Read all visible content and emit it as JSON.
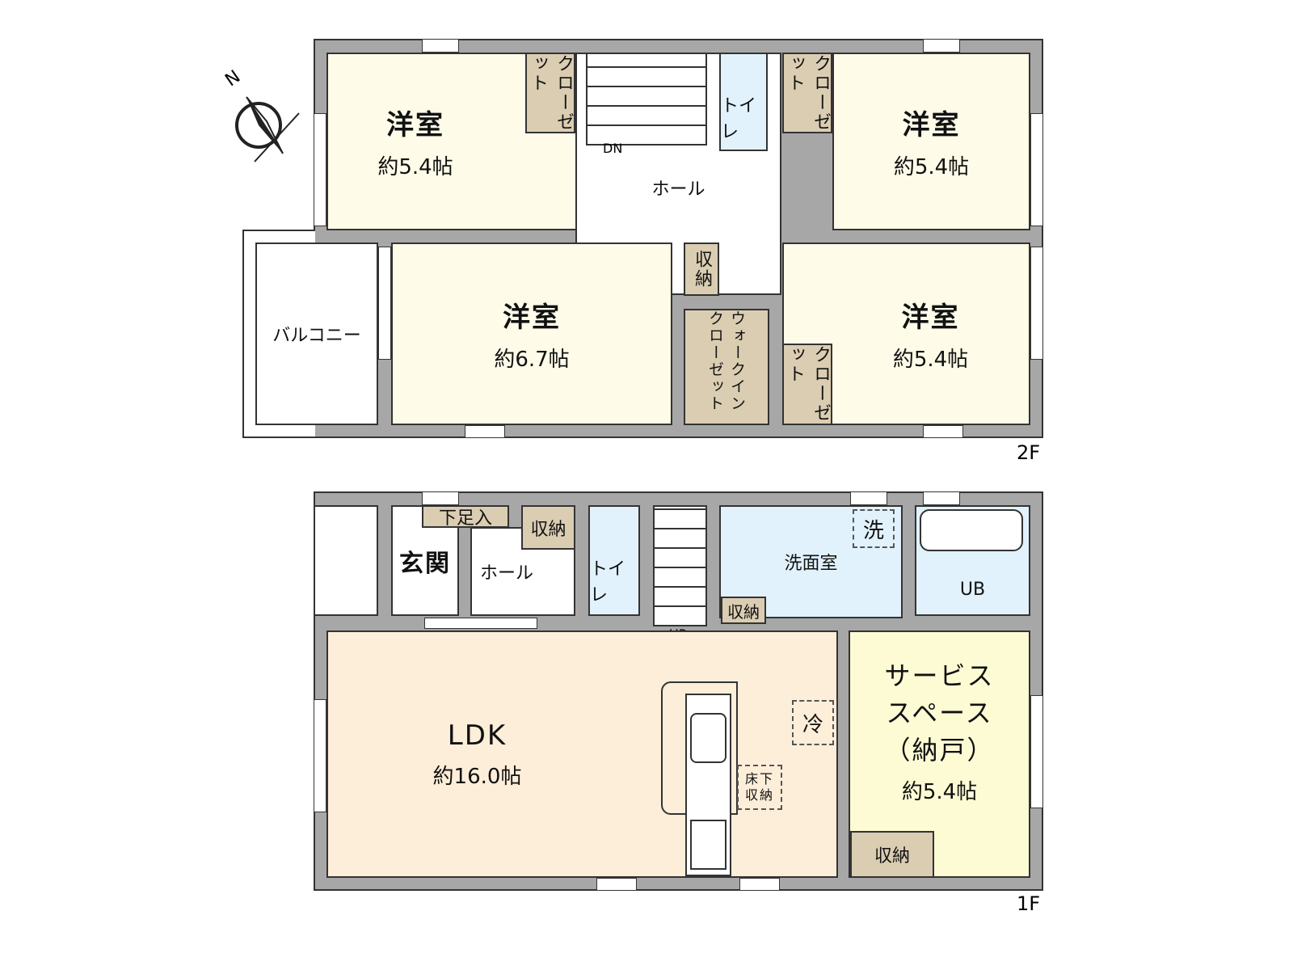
{
  "floor2": {
    "label": "2F",
    "rooms": [
      {
        "name": "洋室",
        "area": "約5.4帖"
      },
      {
        "name": "洋室",
        "area": "約5.4帖"
      },
      {
        "name": "洋室",
        "area": "約6.7帖"
      },
      {
        "name": "洋室",
        "area": "約5.4帖"
      }
    ],
    "hall": "ホール",
    "toilet": "トイレ",
    "closet": "クローゼット",
    "storage": "収納",
    "walk_in_closet": "ウォークインクローゼット",
    "balcony": "バルコニー",
    "stairs": "DN"
  },
  "floor1": {
    "label": "1F",
    "entrance": "玄関",
    "shoe_storage": "下足入",
    "storage": "収納",
    "hall": "ホール",
    "toilet": "トイレ",
    "stairs": "UP",
    "washroom": "洗面室",
    "washer": "洗",
    "bath": "UB",
    "ldk": {
      "name": "LDK",
      "area": "約16.0帖"
    },
    "fridge": "冷",
    "underfloor_storage": "床下収納",
    "service_space": {
      "name1": "サービス",
      "name2": "スペース",
      "name3": "（納戸）",
      "area": "約5.4帖"
    }
  },
  "compass": {
    "label": "N",
    "icon": "north-arrow-icon"
  },
  "colors": {
    "wall": "#a7a7a7",
    "room": "#fefbe8",
    "storage": "#dacdb2",
    "wet": "#e1f2fc",
    "ldk": "#fdeed9",
    "service": "#fdfbd4"
  }
}
